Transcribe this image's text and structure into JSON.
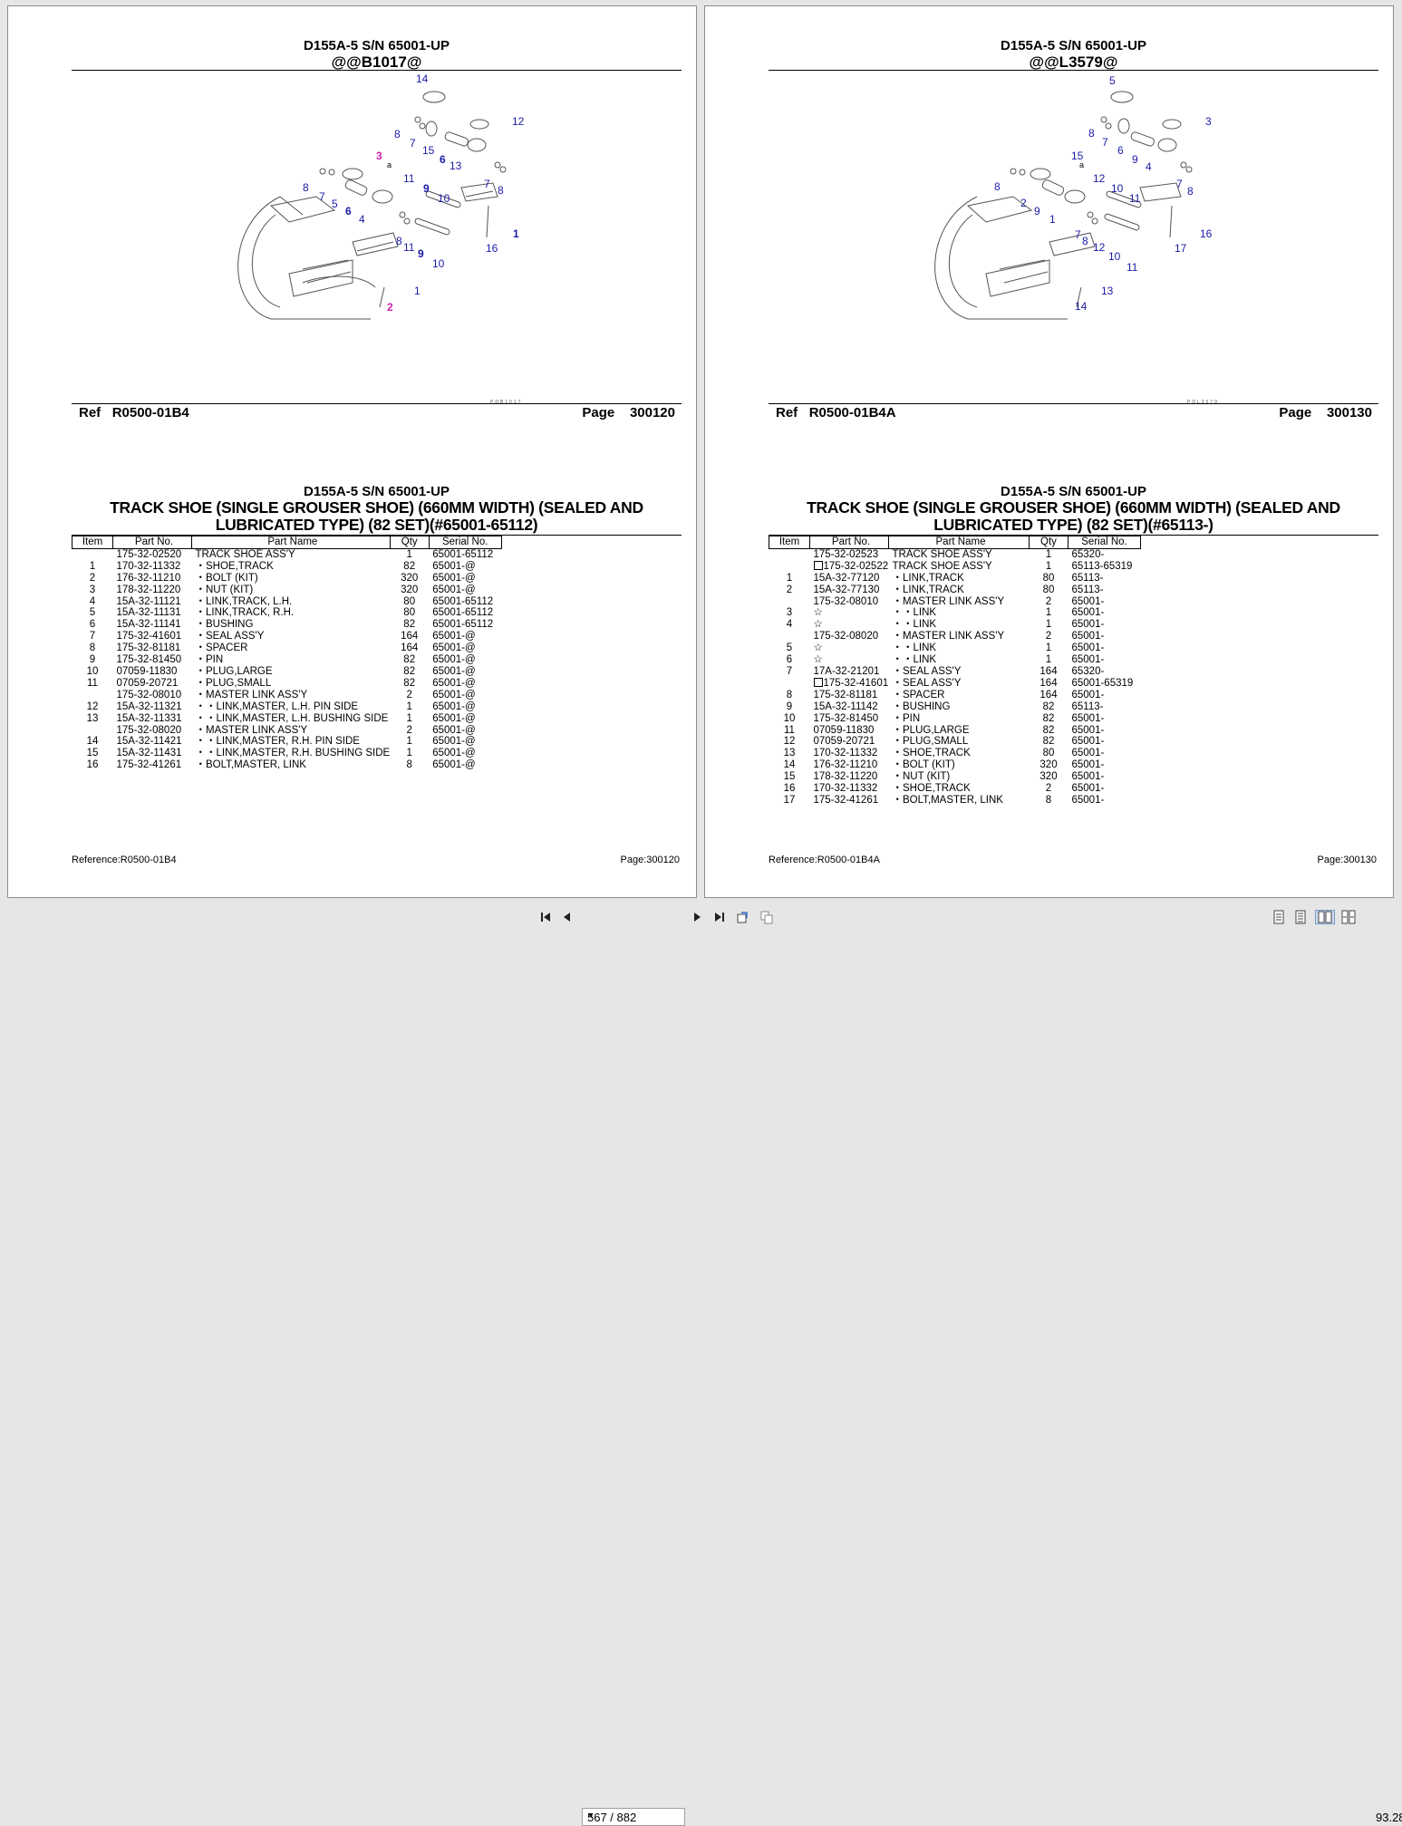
{
  "left_page": {
    "model": "D155A-5 S/N 65001-UP",
    "illus_code": "@@B1017@",
    "tiny_code": "PDB1017",
    "ref_label": "Ref",
    "ref_value": "R0500-01B4",
    "page_label": "Page",
    "page_value": "300120",
    "section_model": "D155A-5 S/N 65001-UP",
    "section_title_1": "TRACK SHOE (SINGLE GROUSER SHOE) (660MM WIDTH) (SEALED AND",
    "section_title_2": "LUBRICATED TYPE) (82 SET)(#65001-65112)",
    "footer_ref": "Reference:R0500-01B4",
    "footer_page": "Page:300120",
    "callouts": [
      "14",
      "8",
      "7",
      "15",
      "12",
      "6",
      "13",
      "3",
      "a",
      "8",
      "7",
      "5",
      "11",
      "6",
      "4",
      "9",
      "10",
      "7",
      "8",
      "1",
      "8",
      "11",
      "9",
      "10",
      "16",
      "1",
      "2"
    ],
    "rows": [
      {
        "item": "",
        "part": "175-32-02520",
        "name": "TRACK SHOE ASS'Y",
        "qty": "1",
        "serial": "65001-65112"
      },
      {
        "item": "1",
        "part": "170-32-11332",
        "name": "・SHOE,TRACK",
        "qty": "82",
        "serial": "65001-@"
      },
      {
        "item": "2",
        "part": "176-32-11210",
        "name": "・BOLT (KIT)",
        "qty": "320",
        "serial": "65001-@"
      },
      {
        "item": "3",
        "part": "178-32-11220",
        "name": "・NUT (KIT)",
        "qty": "320",
        "serial": "65001-@"
      },
      {
        "item": "4",
        "part": "15A-32-11121",
        "name": "・LINK,TRACK, L.H.",
        "qty": "80",
        "serial": "65001-65112"
      },
      {
        "item": "5",
        "part": "15A-32-11131",
        "name": "・LINK,TRACK, R.H.",
        "qty": "80",
        "serial": "65001-65112"
      },
      {
        "item": "6",
        "part": "15A-32-11141",
        "name": "・BUSHING",
        "qty": "82",
        "serial": "65001-65112"
      },
      {
        "item": "7",
        "part": "175-32-41601",
        "name": "・SEAL ASS'Y",
        "qty": "164",
        "serial": "65001-@"
      },
      {
        "item": "8",
        "part": "175-32-81181",
        "name": "・SPACER",
        "qty": "164",
        "serial": "65001-@"
      },
      {
        "item": "9",
        "part": "175-32-81450",
        "name": "・PIN",
        "qty": "82",
        "serial": "65001-@"
      },
      {
        "item": "10",
        "part": "07059-11830",
        "name": "・PLUG,LARGE",
        "qty": "82",
        "serial": "65001-@"
      },
      {
        "item": "11",
        "part": "07059-20721",
        "name": "・PLUG,SMALL",
        "qty": "82",
        "serial": "65001-@"
      },
      {
        "item": "",
        "part": "175-32-08010",
        "name": "・MASTER LINK ASS'Y",
        "qty": "2",
        "serial": "65001-@"
      },
      {
        "item": "12",
        "part": "15A-32-11321",
        "name": "・・LINK,MASTER, L.H. PIN SIDE",
        "qty": "1",
        "serial": "65001-@"
      },
      {
        "item": "13",
        "part": "15A-32-11331",
        "name": "・・LINK,MASTER, L.H. BUSHING SIDE",
        "qty": "1",
        "serial": "65001-@"
      },
      {
        "item": "",
        "part": "175-32-08020",
        "name": "・MASTER LINK ASS'Y",
        "qty": "2",
        "serial": "65001-@"
      },
      {
        "item": "14",
        "part": "15A-32-11421",
        "name": "・・LINK,MASTER, R.H. PIN SIDE",
        "qty": "1",
        "serial": "65001-@"
      },
      {
        "item": "15",
        "part": "15A-32-11431",
        "name": "・・LINK,MASTER, R.H. BUSHING SIDE",
        "qty": "1",
        "serial": "65001-@"
      },
      {
        "item": "16",
        "part": "175-32-41261",
        "name": "・BOLT,MASTER, LINK",
        "qty": "8",
        "serial": "65001-@"
      }
    ]
  },
  "right_page": {
    "model": "D155A-5 S/N 65001-UP",
    "illus_code": "@@L3579@",
    "tiny_code": "PDL3579",
    "ref_label": "Ref",
    "ref_value": "R0500-01B4A",
    "page_label": "Page",
    "page_value": "300130",
    "section_model": "D155A-5 S/N 65001-UP",
    "section_title_1": "TRACK SHOE (SINGLE GROUSER SHOE) (660MM WIDTH) (SEALED AND",
    "section_title_2": "LUBRICATED TYPE) (82 SET)(#65113-)",
    "footer_ref": "Reference:R0500-01B4A",
    "footer_page": "Page:300130",
    "callouts": [
      "5",
      "8",
      "7",
      "6",
      "3",
      "15",
      "9",
      "4",
      "a",
      "8",
      "2",
      "9",
      "1",
      "12",
      "10",
      "11",
      "7",
      "8",
      "16",
      "7",
      "8",
      "12",
      "10",
      "11",
      "17",
      "13",
      "14"
    ],
    "rows": [
      {
        "item": "",
        "box": false,
        "part": "175-32-02523",
        "name": "TRACK SHOE ASS'Y",
        "qty": "1",
        "serial": "65320-"
      },
      {
        "item": "",
        "box": true,
        "part": "175-32-02522",
        "name": "TRACK SHOE ASS'Y",
        "qty": "1",
        "serial": "65113-65319"
      },
      {
        "item": "1",
        "box": false,
        "part": "15A-32-77120",
        "name": "・LINK,TRACK",
        "qty": "80",
        "serial": "65113-"
      },
      {
        "item": "2",
        "box": false,
        "part": "15A-32-77130",
        "name": "・LINK,TRACK",
        "qty": "80",
        "serial": "65113-"
      },
      {
        "item": "",
        "box": false,
        "part": "175-32-08010",
        "name": "・MASTER LINK ASS'Y",
        "qty": "2",
        "serial": "65001-"
      },
      {
        "item": "3",
        "box": false,
        "part": "☆",
        "name": "・・LINK",
        "qty": "1",
        "serial": "65001-"
      },
      {
        "item": "4",
        "box": false,
        "part": "☆",
        "name": "・・LINK",
        "qty": "1",
        "serial": "65001-"
      },
      {
        "item": "",
        "box": false,
        "part": "175-32-08020",
        "name": "・MASTER LINK ASS'Y",
        "qty": "2",
        "serial": "65001-"
      },
      {
        "item": "5",
        "box": false,
        "part": "☆",
        "name": "・・LINK",
        "qty": "1",
        "serial": "65001-"
      },
      {
        "item": "6",
        "box": false,
        "part": "☆",
        "name": "・・LINK",
        "qty": "1",
        "serial": "65001-"
      },
      {
        "item": "7",
        "box": false,
        "part": "17A-32-21201",
        "name": "・SEAL ASS'Y",
        "qty": "164",
        "serial": "65320-"
      },
      {
        "item": "",
        "box": true,
        "part": "175-32-41601",
        "name": "・SEAL ASS'Y",
        "qty": "164",
        "serial": "65001-65319"
      },
      {
        "item": "8",
        "box": false,
        "part": "175-32-81181",
        "name": "・SPACER",
        "qty": "164",
        "serial": "65001-"
      },
      {
        "item": "9",
        "box": false,
        "part": "15A-32-11142",
        "name": "・BUSHING",
        "qty": "82",
        "serial": "65113-"
      },
      {
        "item": "10",
        "box": false,
        "part": "175-32-81450",
        "name": "・PIN",
        "qty": "82",
        "serial": "65001-"
      },
      {
        "item": "11",
        "box": false,
        "part": "07059-11830",
        "name": "・PLUG,LARGE",
        "qty": "82",
        "serial": "65001-"
      },
      {
        "item": "12",
        "box": false,
        "part": "07059-20721",
        "name": "・PLUG,SMALL",
        "qty": "82",
        "serial": "65001-"
      },
      {
        "item": "13",
        "box": false,
        "part": "170-32-11332",
        "name": "・SHOE,TRACK",
        "qty": "80",
        "serial": "65001-"
      },
      {
        "item": "14",
        "box": false,
        "part": "176-32-11210",
        "name": "・BOLT (KIT)",
        "qty": "320",
        "serial": "65001-"
      },
      {
        "item": "15",
        "box": false,
        "part": "178-32-11220",
        "name": "・NUT (KIT)",
        "qty": "320",
        "serial": "65001-"
      },
      {
        "item": "16",
        "box": false,
        "part": "170-32-11332",
        "name": "・SHOE,TRACK",
        "qty": "2",
        "serial": "65001-"
      },
      {
        "item": "17",
        "box": false,
        "part": "175-32-41261",
        "name": "・BOLT,MASTER, LINK",
        "qty": "8",
        "serial": "65001-"
      }
    ]
  },
  "table_headers": {
    "item": "Item",
    "part": "Part No.",
    "name": "Part Name",
    "qty": "Qty",
    "serial": "Serial No."
  },
  "toolbar": {
    "page_indicator": "567 / 882",
    "zoom": "93.28",
    "icons": [
      "first-page-icon",
      "prev-page-icon",
      "next-page-icon",
      "last-page-icon",
      "rotate-icon",
      "copy-icon",
      "single-page-icon",
      "continuous-icon",
      "two-page-icon",
      "two-page-continuous-icon"
    ]
  },
  "colors": {
    "callout_blue": "#1a1aa6",
    "callout_magenta": "#cc22aa",
    "background": "#e6e6e6"
  }
}
